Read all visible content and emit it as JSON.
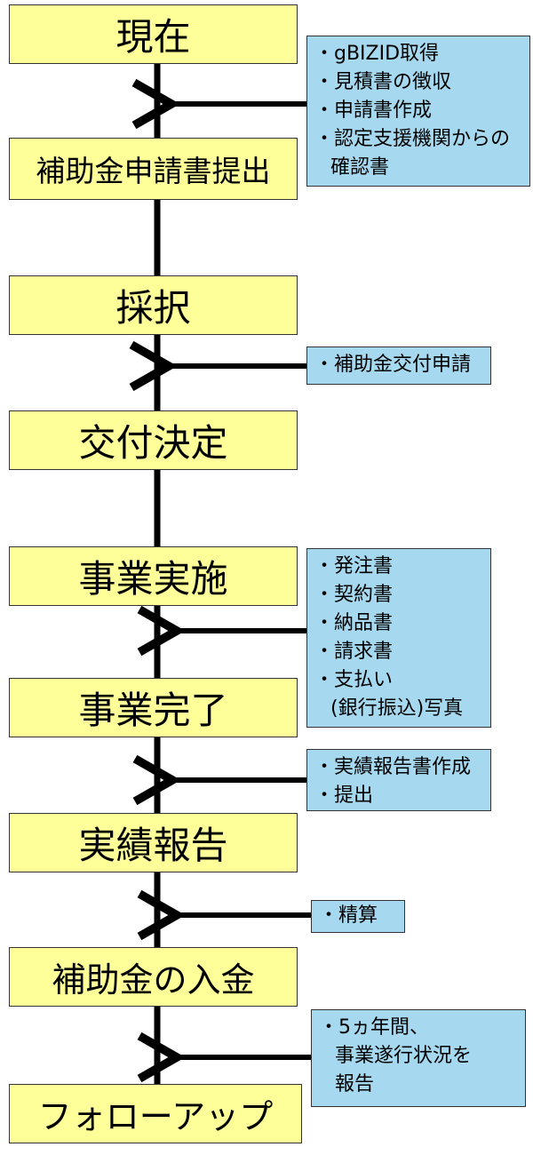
{
  "colors": {
    "stage_fill": "#ffff99",
    "note_fill": "#a6d9ef",
    "line": "#000000",
    "border": "#333333"
  },
  "stages": [
    {
      "id": "current",
      "label": "現在"
    },
    {
      "id": "submit",
      "label": "補助金申請書提出"
    },
    {
      "id": "adoption",
      "label": "採択"
    },
    {
      "id": "grant-decision",
      "label": "交付決定"
    },
    {
      "id": "implementation",
      "label": "事業実施"
    },
    {
      "id": "completion",
      "label": "事業完了"
    },
    {
      "id": "performance-report",
      "label": "実績報告"
    },
    {
      "id": "payment",
      "label": "補助金の入金"
    },
    {
      "id": "follow-up",
      "label": "フォローアップ"
    }
  ],
  "notes": [
    {
      "id": "application-docs",
      "lines": [
        "・gBIZID取得",
        "・見積書の徴収",
        "・申請書作成",
        "・認定支援機関からの",
        "確認書"
      ]
    },
    {
      "id": "grant-application",
      "lines": [
        "・補助金交付申請"
      ]
    },
    {
      "id": "implementation-docs",
      "lines": [
        "・発注書",
        "・契約書",
        "・納品書",
        "・請求書",
        "・支払い",
        "(銀行振込)写真"
      ]
    },
    {
      "id": "report-docs",
      "lines": [
        "・実績報告書作成",
        "・提出"
      ]
    },
    {
      "id": "settlement",
      "lines": [
        "・精算"
      ]
    },
    {
      "id": "followup-report",
      "lines": [
        "・5ヵ年間、",
        "事業遂行状況を",
        "報告"
      ]
    }
  ]
}
